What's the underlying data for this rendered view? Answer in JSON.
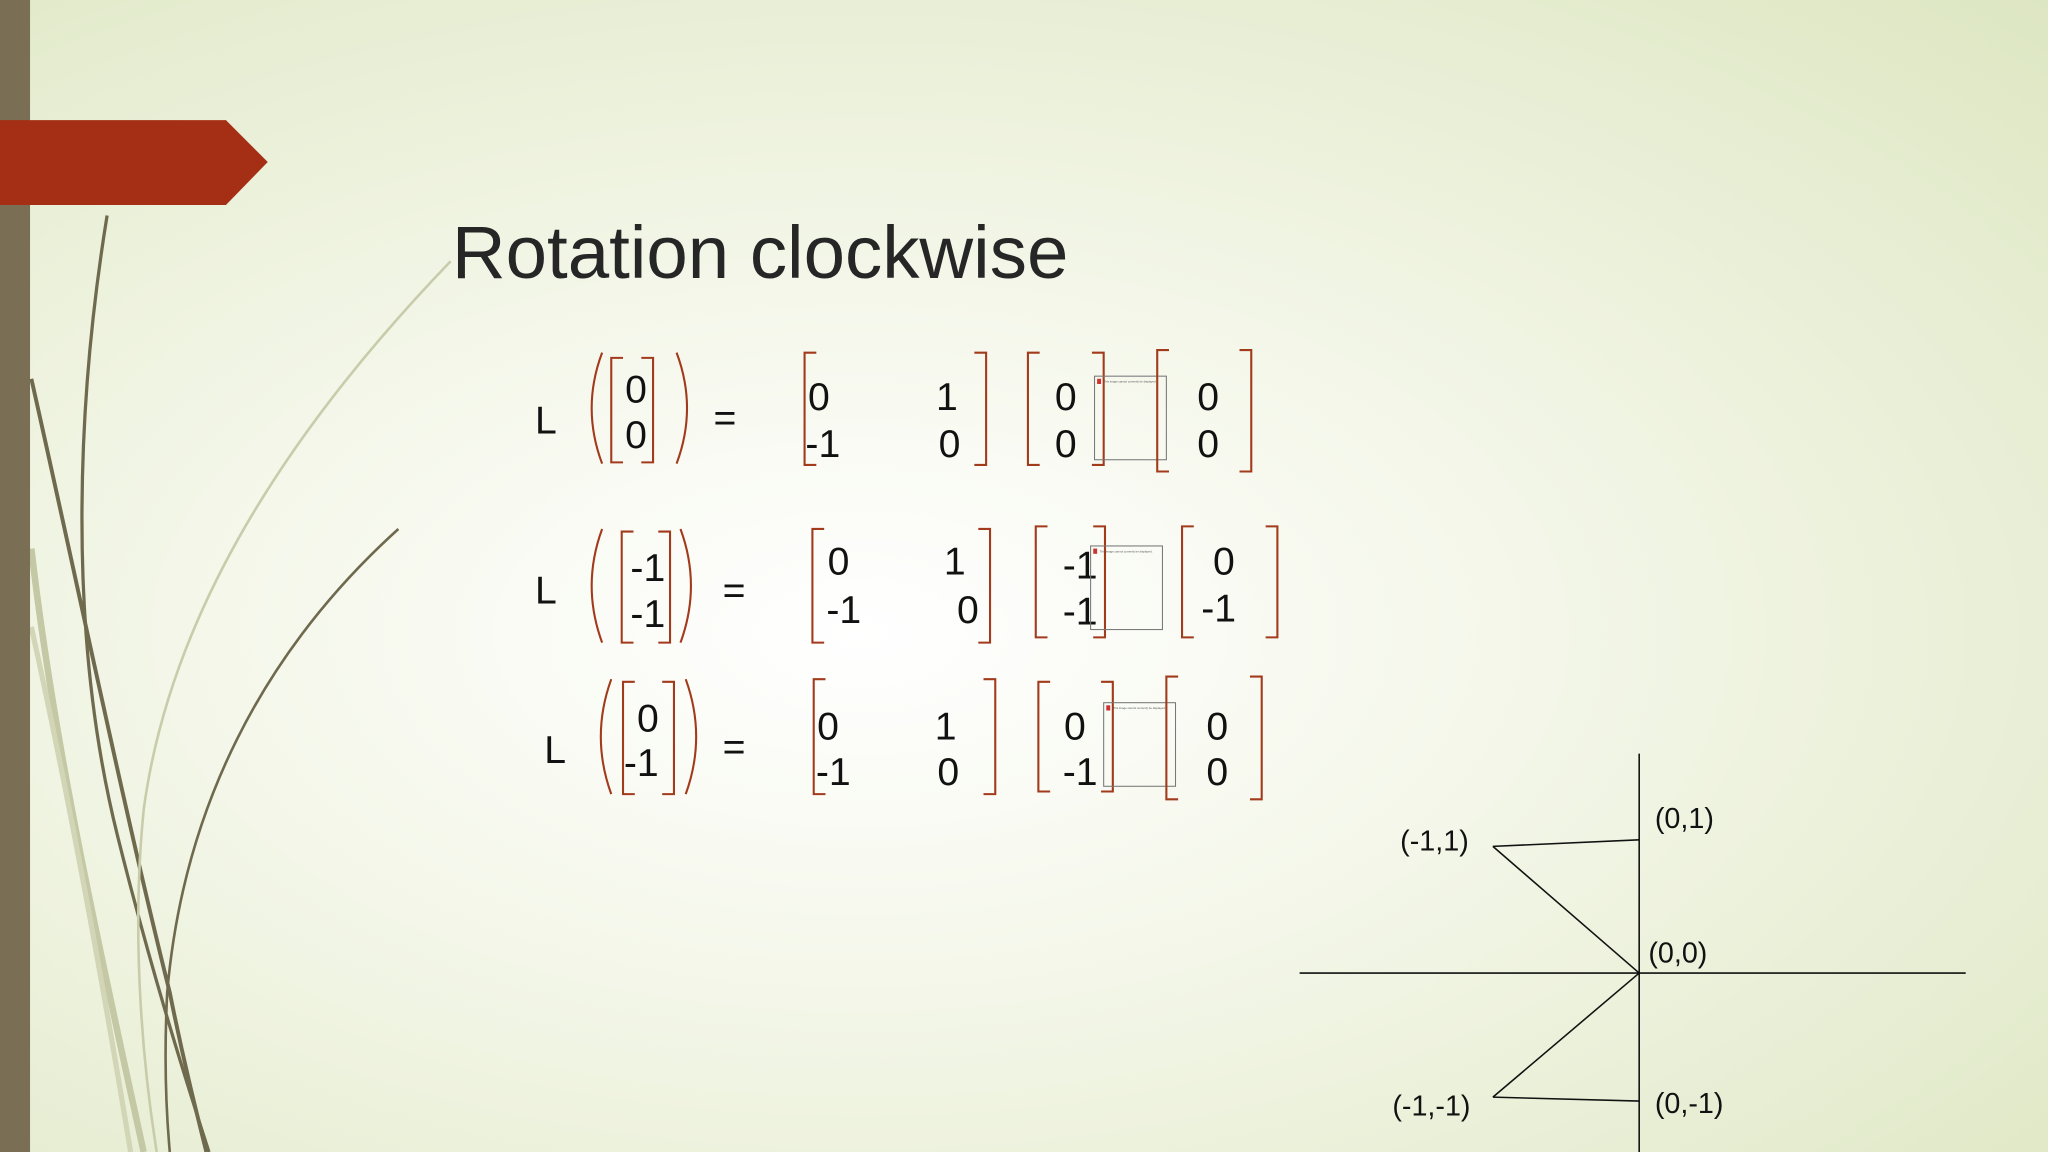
{
  "slide": {
    "title": "Rotation clockwise",
    "accent_color": "#a52f14",
    "sidebar_color": "#7a6f55",
    "bracket_color": "#a23a1c"
  },
  "equations": [
    {
      "operator": "L",
      "equals": "=",
      "input": [
        "0",
        "0"
      ],
      "matrix": [
        "0",
        "1",
        "-1",
        "0"
      ],
      "vector": [
        "0",
        "0"
      ],
      "result": [
        "0",
        "0"
      ],
      "broken_image_text": "This image cannot currently be displayed."
    },
    {
      "operator": "L",
      "equals": "=",
      "input": [
        "-1",
        "-1"
      ],
      "matrix": [
        "0",
        "1",
        "-1",
        "0"
      ],
      "vector": [
        "-1",
        "-1"
      ],
      "result": [
        "0",
        "-1"
      ],
      "broken_image_text": "This image cannot currently be displayed."
    },
    {
      "operator": "L",
      "equals": "=",
      "input": [
        "0",
        "-1"
      ],
      "matrix": [
        "0",
        "1",
        "-1",
        "0"
      ],
      "vector": [
        "0",
        "-1"
      ],
      "result": [
        "0",
        "0"
      ],
      "broken_image_text": "This image cannot currently be displayed."
    }
  ],
  "diagram": {
    "labels": [
      "(-1,1)",
      "(0,1)",
      "(0,0)",
      "(-1,-1)",
      "(0,-1)"
    ]
  }
}
